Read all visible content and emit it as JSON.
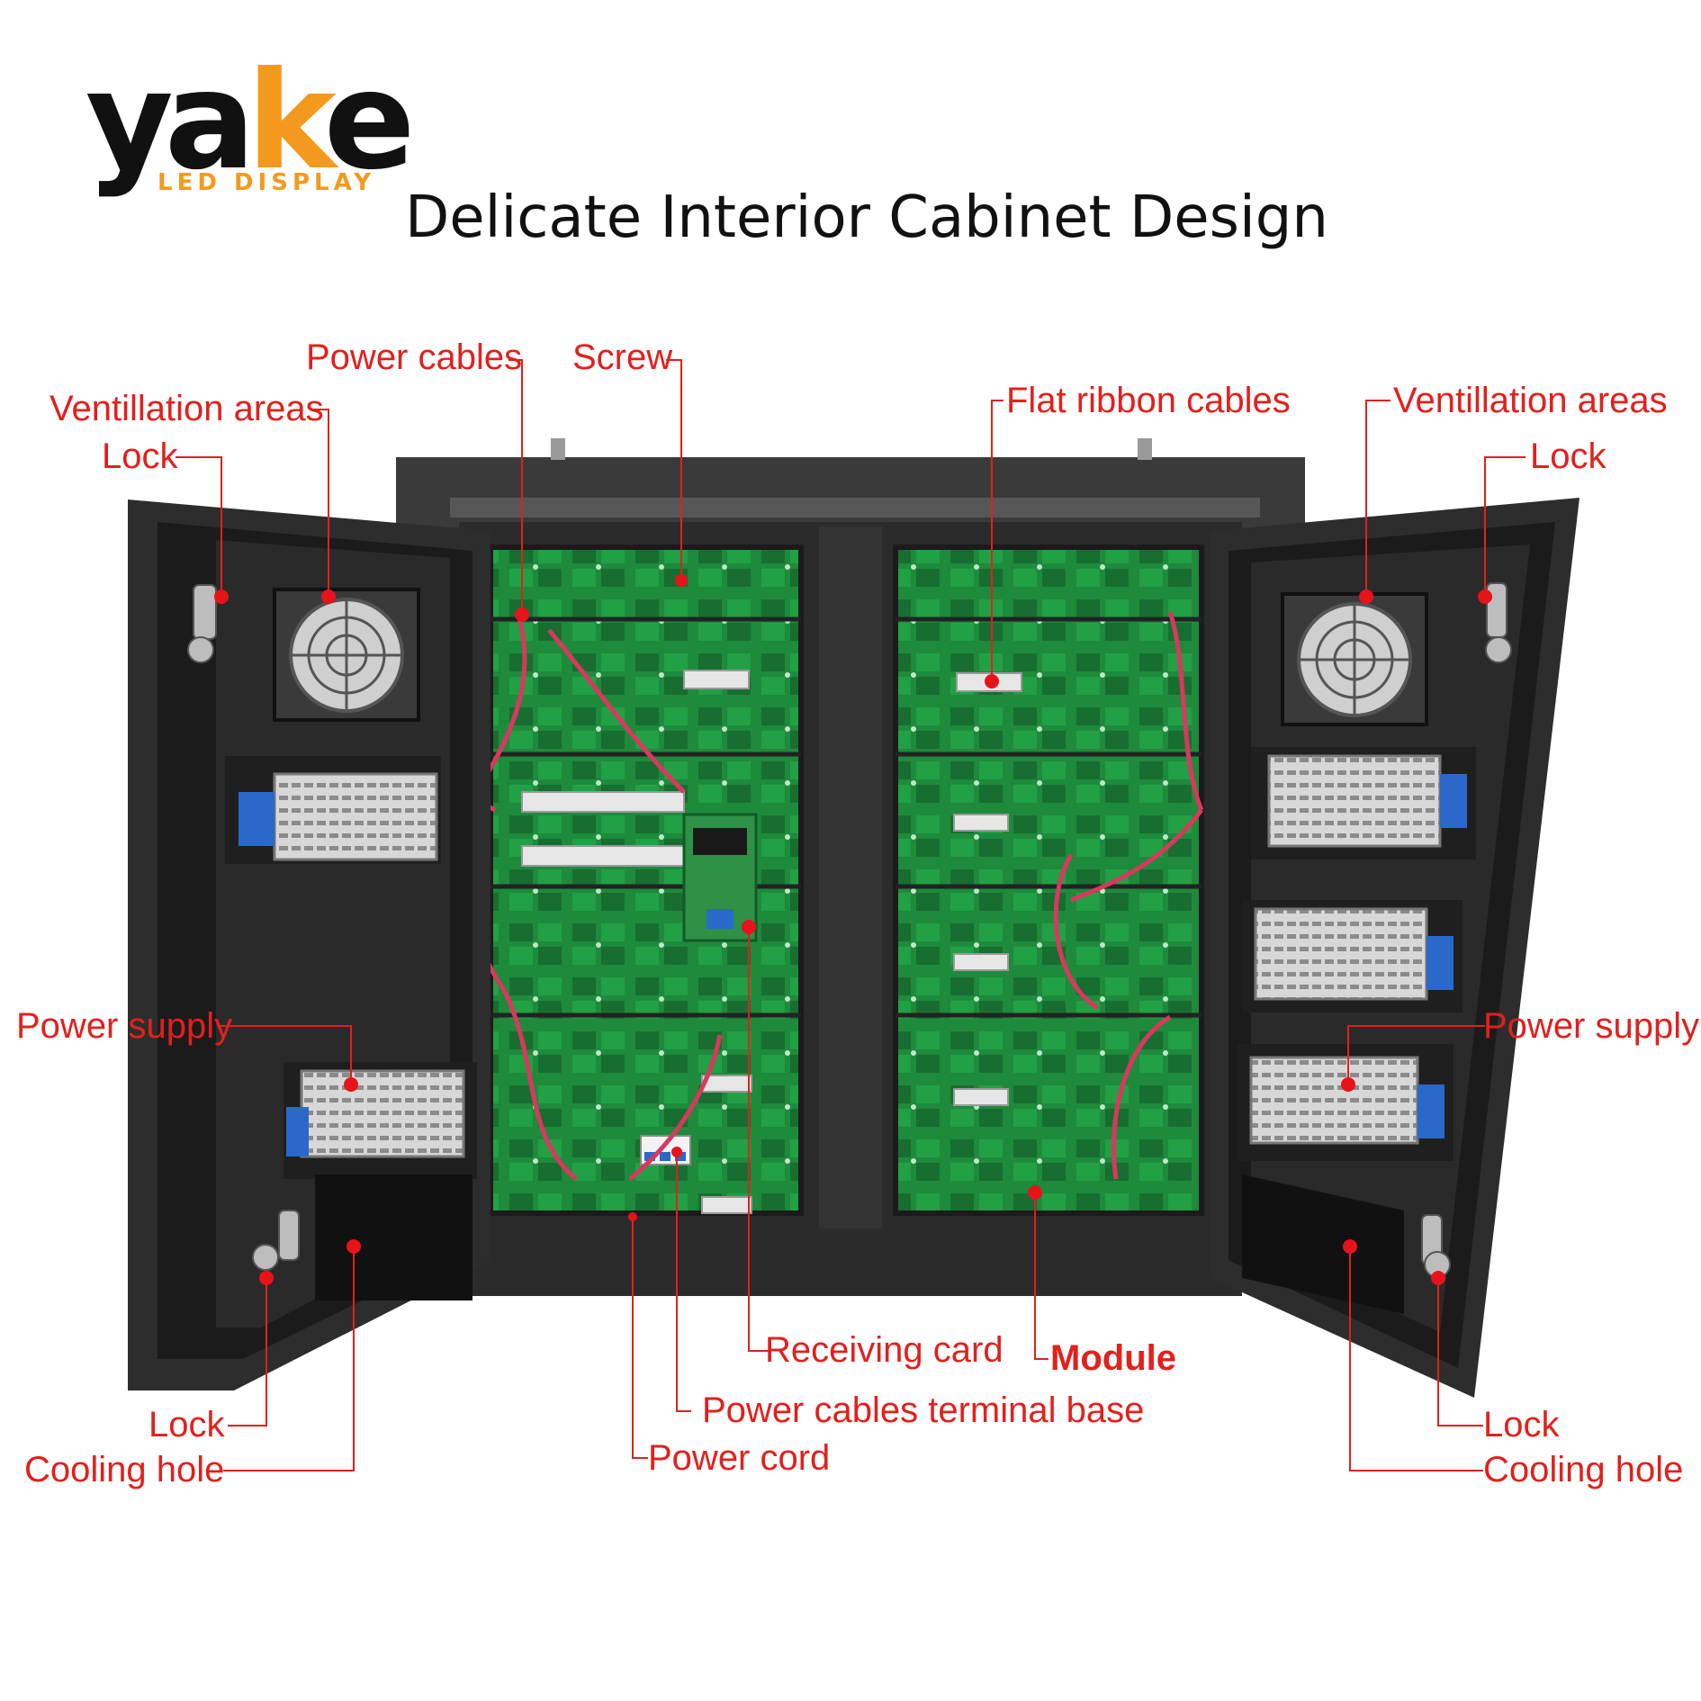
{
  "brand": {
    "name_y": "ya",
    "name_k": "k",
    "name_e": "e",
    "subtitle": "LED DISPLAY"
  },
  "title": "Delicate Interior Cabinet Design",
  "colors": {
    "label_red": "#e2201c",
    "brand_orange": "#f39a1e",
    "cabinet_dark": "#2b2b2b",
    "pcb_green": "#1e8a3c"
  },
  "labels": {
    "power_cables": "Power cables",
    "screw": "Screw",
    "flat_ribbon_cables": "Flat ribbon cables",
    "ventilation_left": "Ventillation areas",
    "ventilation_right": "Ventillation areas",
    "lock_top_left": "Lock",
    "lock_top_right": "Lock",
    "power_supply_left": "Power supply",
    "power_supply_right": "Power supply",
    "receiving_card": "Receiving card",
    "module": "Module",
    "terminal_base": "Power cables terminal base",
    "power_cord": "Power cord",
    "lock_bottom_left": "Lock",
    "cooling_hole_left": "Cooling hole",
    "lock_bottom_right": "Lock",
    "cooling_hole_right": "Cooling hole"
  }
}
